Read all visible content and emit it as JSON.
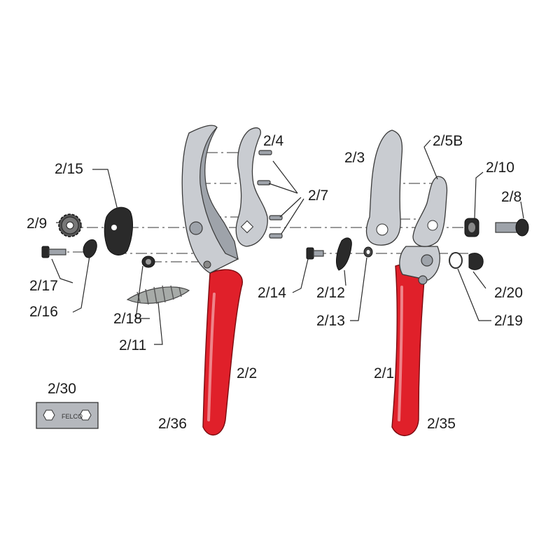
{
  "diagram": {
    "labels": {
      "p2_1": "2/1",
      "p2_2": "2/2",
      "p2_3": "2/3",
      "p2_4": "2/4",
      "p2_5B": "2/5B",
      "p2_7": "2/7",
      "p2_8": "2/8",
      "p2_9": "2/9",
      "p2_10": "2/10",
      "p2_11": "2/11",
      "p2_12": "2/12",
      "p2_13": "2/13",
      "p2_14": "2/14",
      "p2_15": "2/15",
      "p2_16": "2/16",
      "p2_17": "2/17",
      "p2_18": "2/18",
      "p2_19": "2/19",
      "p2_20": "2/20",
      "p2_30": "2/30",
      "p2_35": "2/35",
      "p2_36": "2/36"
    },
    "plate_engraving": "FELCO",
    "colors": {
      "handle": "#e0202a",
      "metal": "#c9ccd1",
      "dark_parts": "#2a2a2a"
    }
  }
}
